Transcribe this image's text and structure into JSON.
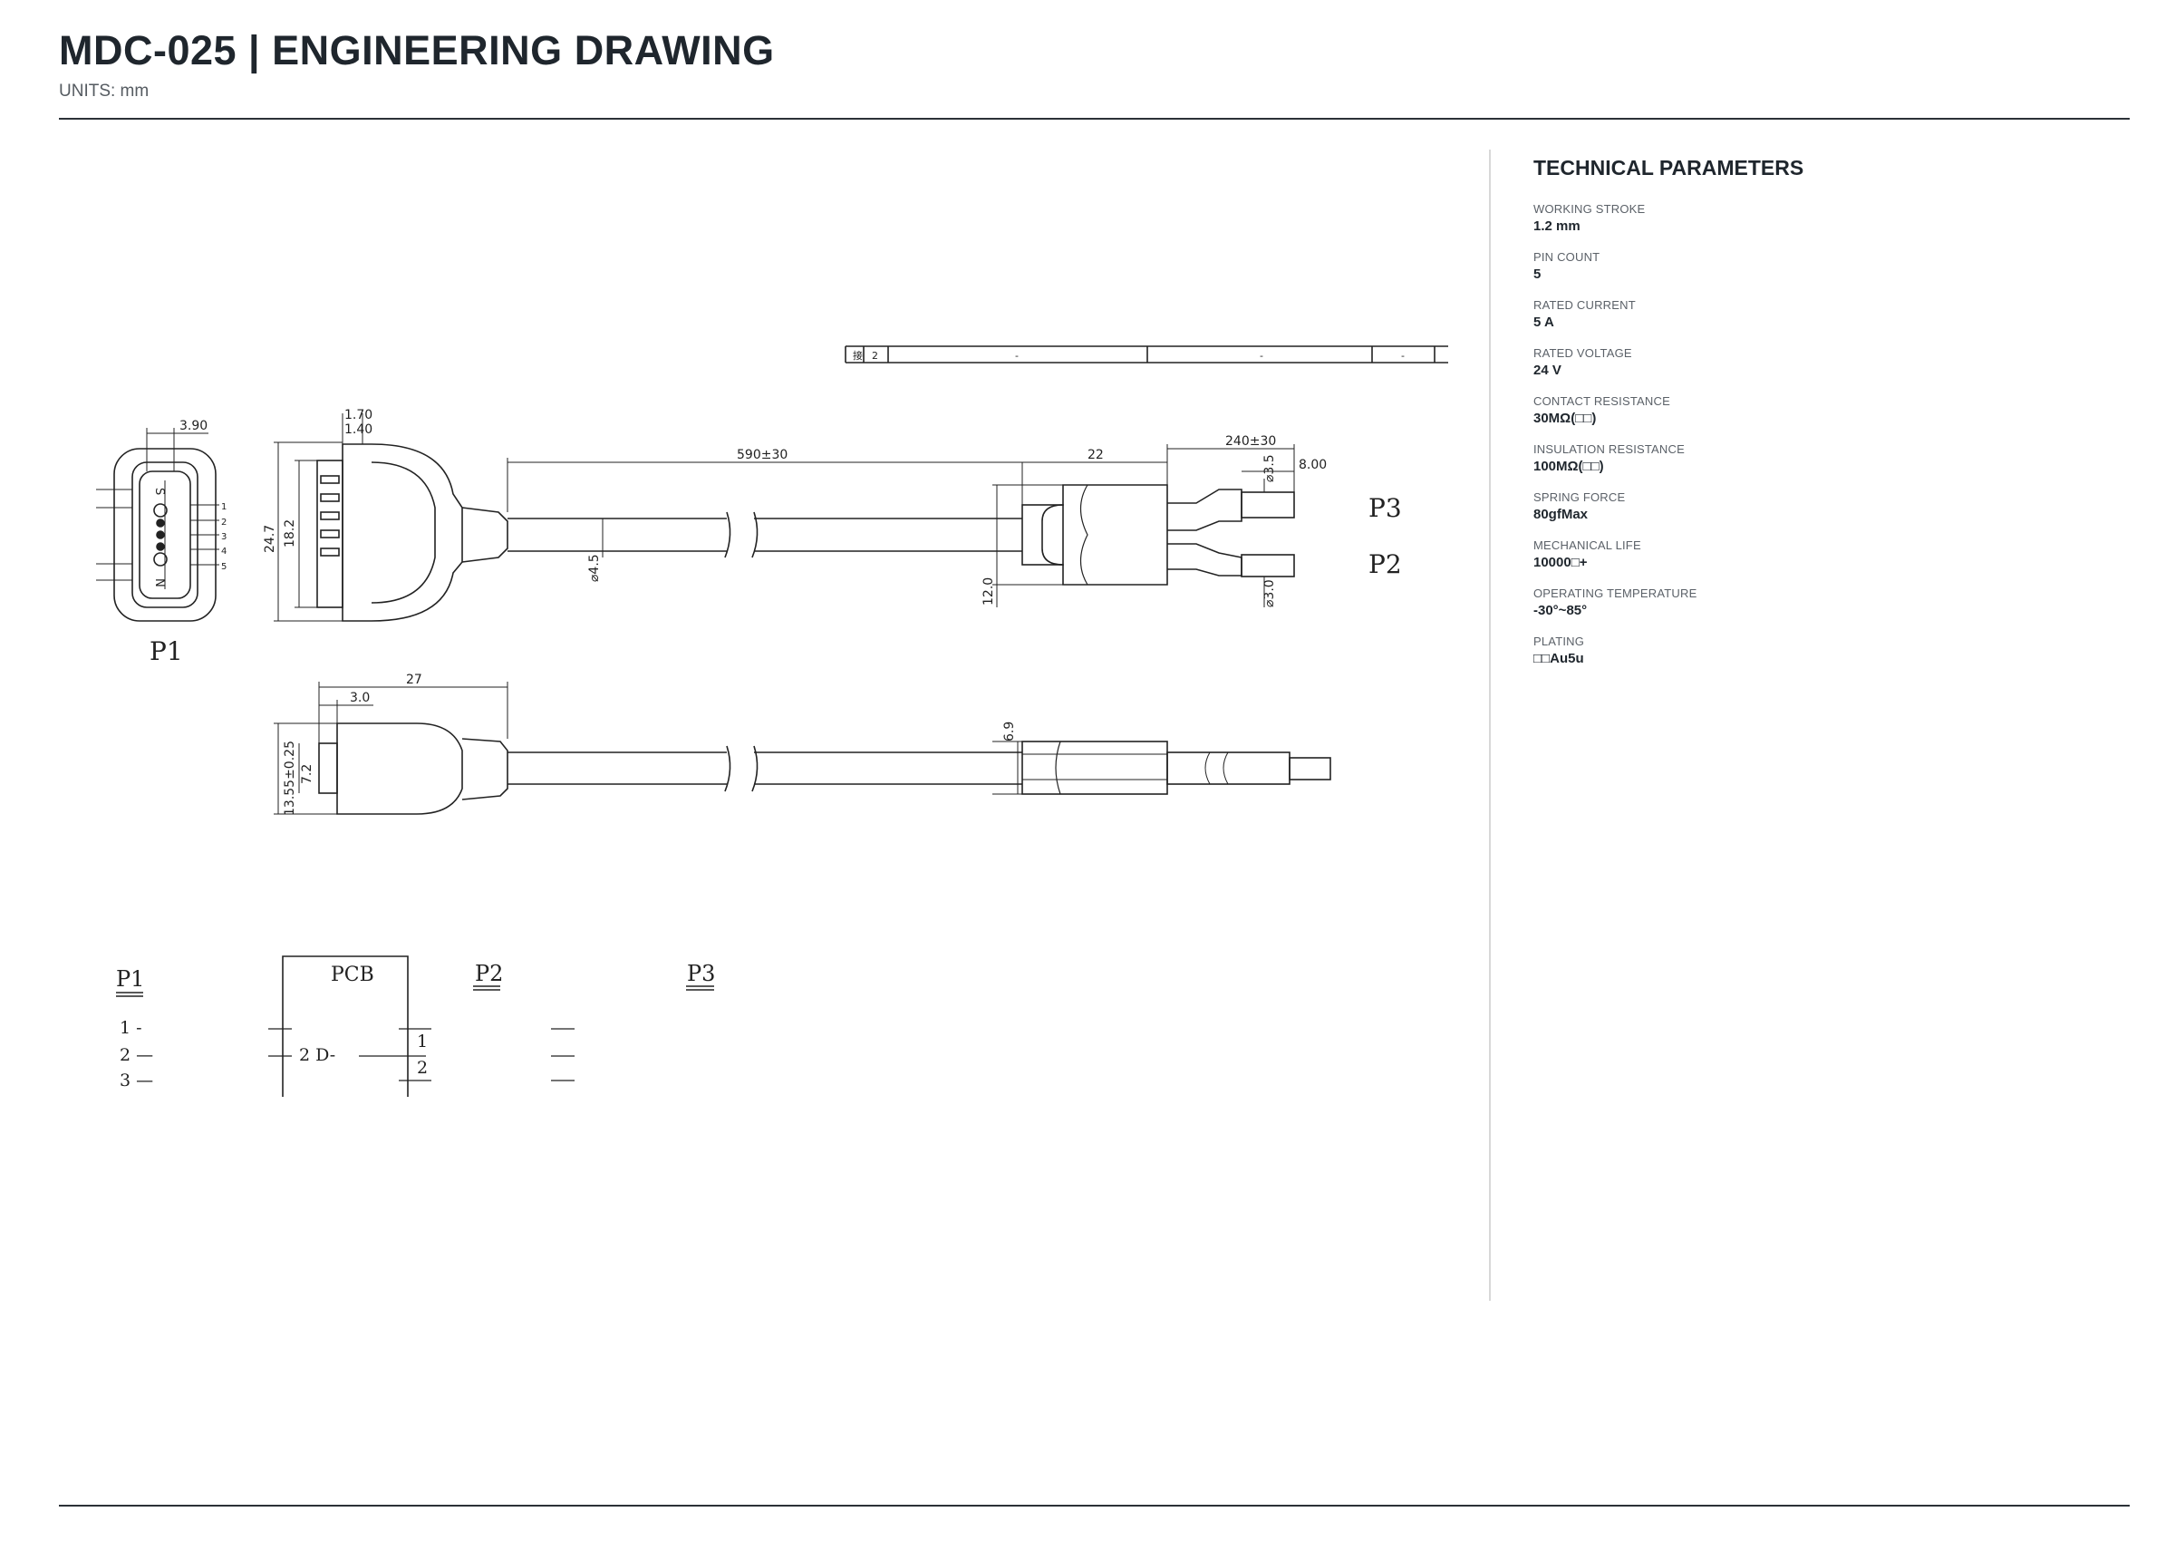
{
  "header": {
    "title": "MDC-025  |  ENGINEERING DRAWING",
    "units": "UNITS: mm"
  },
  "params": {
    "title": "TECHNICAL PARAMETERS",
    "items": [
      {
        "label": "WORKING STROKE",
        "value": "1.2 mm"
      },
      {
        "label": "PIN COUNT",
        "value": "5"
      },
      {
        "label": "RATED CURRENT",
        "value": "5 A"
      },
      {
        "label": "RATED VOLTAGE",
        "value": "24 V"
      },
      {
        "label": "CONTACT RESISTANCE",
        "value": "30MΩ(□□)"
      },
      {
        "label": "INSULATION RESISTANCE",
        "value": "100MΩ(□□)"
      },
      {
        "label": "SPRING FORCE",
        "value": "80gfMax"
      },
      {
        "label": "MECHANICAL LIFE",
        "value": "10000□+"
      },
      {
        "label": "OPERATING TEMPERATURE",
        "value": "-30°~85°"
      },
      {
        "label": "PLATING",
        "value": "□□Au5u"
      }
    ]
  },
  "drawing": {
    "dims": {
      "d390": "3.90",
      "d170": "1.70",
      "d140": "1.40",
      "d590": "590±30",
      "d22": "22",
      "d240": "240±30",
      "d35": "⌀3.5",
      "d800": "8.00",
      "d247": "24.7",
      "d182": "18.2",
      "d45": "⌀4.5",
      "d120": "12.0",
      "d30": "⌀3.0",
      "d27": "27",
      "d3": "3.0",
      "d69": "6.9",
      "d1355": "13.55±0.25",
      "d72": "7.2"
    },
    "pins": [
      "1",
      "2",
      "3",
      "4",
      "5"
    ],
    "labels": {
      "p1": "P1",
      "p2": "P2",
      "p3": "P3",
      "pcb": "PCB",
      "s": "S",
      "n": "N"
    },
    "schematic": {
      "p1_rows": [
        "1 -",
        "2 —",
        "3 —"
      ],
      "pcb_row": "2  D-",
      "pcb_pins": [
        "1",
        "2"
      ]
    },
    "table": {
      "c0": "接",
      "c1": "2",
      "c2": "-",
      "c3": "-",
      "c4": "-"
    }
  }
}
